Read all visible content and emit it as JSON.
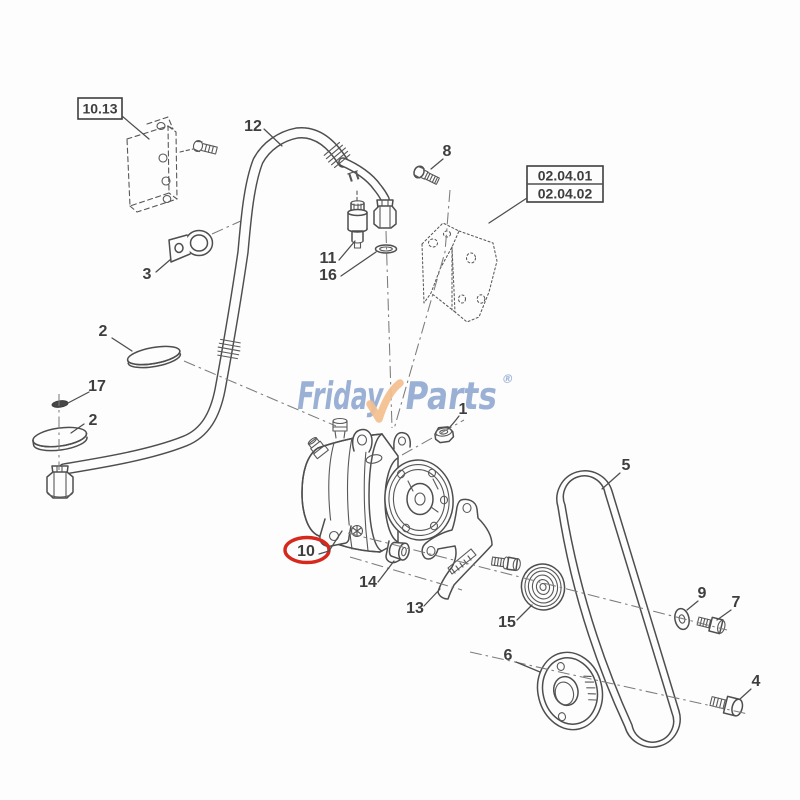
{
  "canvas": {
    "background": "#fdfdfd",
    "line_color": "#4e4e4e"
  },
  "watermark": {
    "word1": "Friday",
    "word2": "Parts",
    "registered": "®",
    "blue": "#7e9ac9",
    "orange": "#f3bf8e"
  },
  "ref_boxes": {
    "top_left": "10.13",
    "right_row1": "02.04.01",
    "right_row2": "02.04.02"
  },
  "highlight": {
    "label": "10",
    "color": "#d6281c"
  },
  "callouts": {
    "c1": "1",
    "c2a": "2",
    "c2b": "2",
    "c3": "3",
    "c4": "4",
    "c5": "5",
    "c6": "6",
    "c7": "7",
    "c8": "8",
    "c9": "9",
    "c11": "11",
    "c12": "12",
    "c13": "13",
    "c14": "14",
    "c15": "15",
    "c16": "16",
    "c17": "17"
  }
}
